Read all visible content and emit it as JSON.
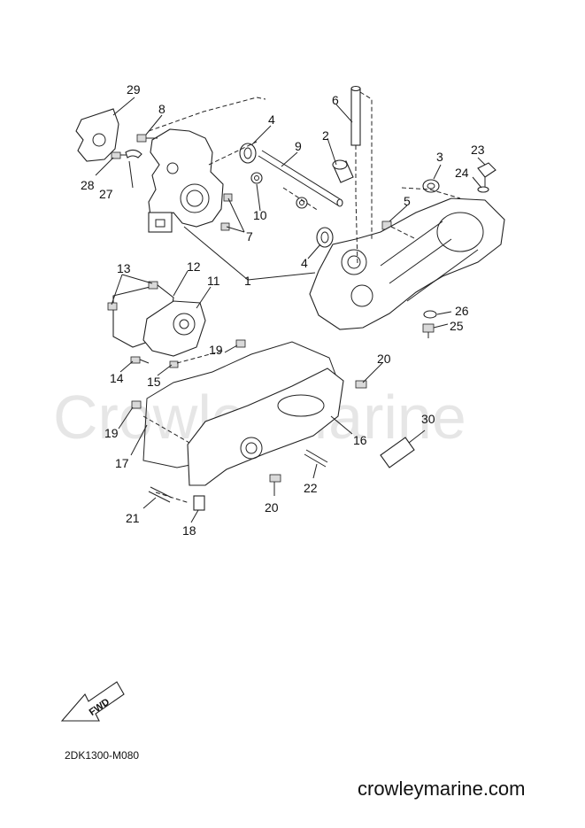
{
  "labels": {
    "p1": "1",
    "p2": "2",
    "p3": "3",
    "p4a": "4",
    "p4b": "4",
    "p5": "5",
    "p6": "6",
    "p7": "7",
    "p8": "8",
    "p9": "9",
    "p10": "10",
    "p11": "11",
    "p12": "12",
    "p13": "13",
    "p14": "14",
    "p15": "15",
    "p16": "16",
    "p17": "17",
    "p18": "18",
    "p19a": "19",
    "p19b": "19",
    "p20a": "20",
    "p20b": "20",
    "p21": "21",
    "p22": "22",
    "p23": "23",
    "p24": "24",
    "p25": "25",
    "p26": "26",
    "p27": "27",
    "p28": "28",
    "p29": "29",
    "p30": "30"
  },
  "fwd_label": "FWD",
  "diagram_code": "2DK1300-M080",
  "watermark": "CrowleyMarine",
  "site": "crowleymarine.com"
}
